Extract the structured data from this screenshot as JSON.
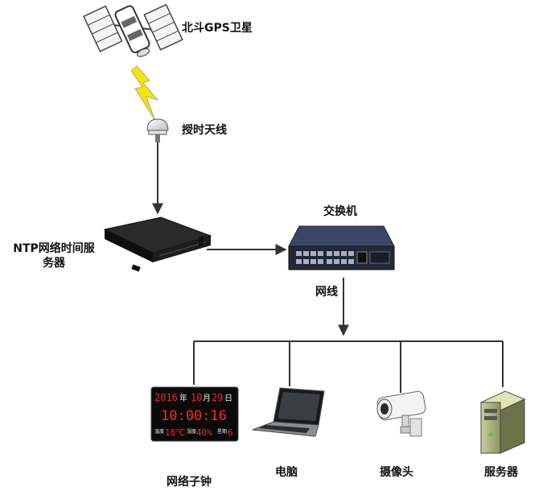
{
  "labels": {
    "satellite": "北斗GPS卫星",
    "antenna": "授时天线",
    "ntp_line1": "NTP网络时间服",
    "ntp_line2": "务器",
    "switch": "交换机",
    "cable": "网线",
    "clock": "网络子钟",
    "computer": "电脑",
    "camera": "摄像头",
    "server": "服务器"
  },
  "clock_display": {
    "year": "2016",
    "year_unit": "年",
    "month": "10",
    "month_unit": "月",
    "day": "29",
    "day_unit": "日",
    "time": "10:00:16",
    "temp_label": "温度",
    "temp_value": "18℃",
    "humidity_label": "湿度",
    "humidity_value": "40%",
    "weekday_label": "星期",
    "weekday_value": "6"
  },
  "colors": {
    "line": "#333333",
    "lightning": "#f2e600",
    "clock_digits": "#ff2a1a",
    "device_dark": "#1a1a1a",
    "switch_blue": "#2b3550"
  }
}
